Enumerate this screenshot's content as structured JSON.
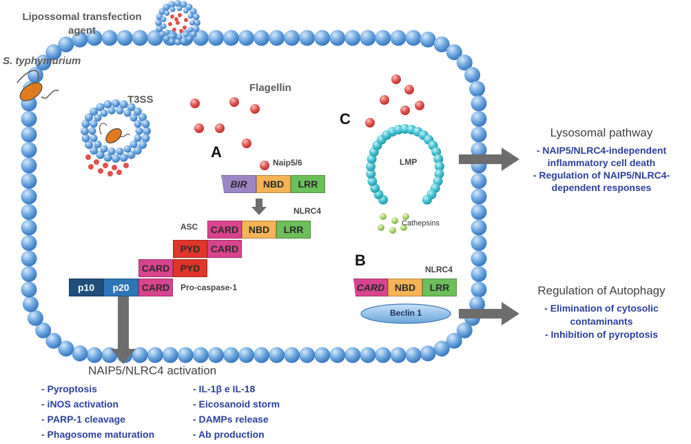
{
  "cell": {
    "liposome_label": "Lipossomal transfection agent",
    "bacterium_label": "S. typhymurium",
    "t3ss_label": "T3SS",
    "flagellin_label": "Flagellin"
  },
  "pathway_a": {
    "letter": "A",
    "naip_label": "Naip5/6",
    "naip_domains": [
      "BIR",
      "NBD",
      "LRR"
    ],
    "nlrc4_label": "NLRC4",
    "nlrc4_domains": [
      "CARD",
      "NBD",
      "LRR"
    ],
    "asc_label": "ASC",
    "asc_domains": [
      "PYD",
      "CARD"
    ],
    "caspase_domains": [
      "p10",
      "p20",
      "CARD"
    ],
    "pro_caspase_label": "Pro-caspase-1",
    "linker_domains": [
      "CARD",
      "PYD"
    ]
  },
  "pathway_b": {
    "letter": "B",
    "nlrc4_label": "NLRC4",
    "nlrc4_domains": [
      "CARD",
      "NBD",
      "LRR"
    ],
    "beclin_label": "Beclin 1"
  },
  "pathway_c": {
    "letter": "C",
    "lmp_label": "LMP",
    "cathepsins_label": "Cathepsins"
  },
  "lysosomal": {
    "title": "Lysosomal pathway",
    "items": [
      "- NAIP5/NLRC4-independent",
      "inflammatory cell death",
      "- Regulation of NAIP5/NLRC4-",
      "dependent responses"
    ]
  },
  "autophagy": {
    "title": "Regulation of Autophagy",
    "items": [
      "- Elimination of cytosolic",
      "contaminants",
      "- Inhibition of pyroptosis"
    ]
  },
  "activation": {
    "title": "NAIP5/NLRC4 activation",
    "left_items": [
      "- Pyroptosis",
      "- iNOS activation",
      "- PARP-1 cleavage",
      "- Phagosome maturation"
    ],
    "right_items": [
      "- IL-1β e IL-18",
      "- Eicosanoid storm",
      "- DAMPs release",
      "- Ab production"
    ]
  },
  "colors": {
    "membrane": "#5b9bd5",
    "flagellin": "#e0504d",
    "lysosome": "#3fc0d0",
    "cathepsin": "#a9d46a",
    "bir": "#9b86c4",
    "nbd": "#f4b456",
    "lrr": "#6cbf5a",
    "card": "#d9448e",
    "pyd": "#e0352b",
    "p10": "#1f4e79",
    "p20": "#2e75b6",
    "beclin": "#8bbfe8",
    "arrow": "#6d6d6d"
  }
}
